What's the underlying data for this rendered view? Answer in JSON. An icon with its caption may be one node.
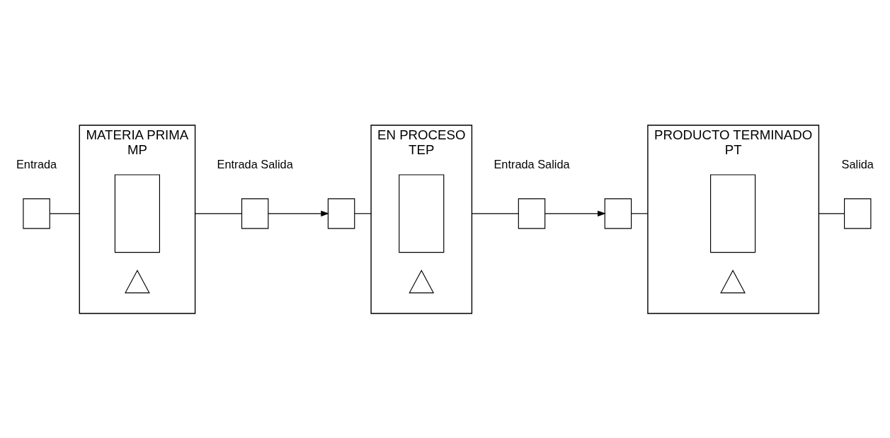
{
  "diagram": {
    "nodes": [
      {
        "text": [
          "MATERIA PRIMA",
          "MP"
        ]
      },
      {
        "text": [],
        "shape": "box",
        "in": 0
      },
      {
        "text": [],
        "shape": "triangle",
        "in": 0
      },
      {
        "text": [
          "EN PROCESO",
          "TEP"
        ]
      },
      {
        "text": [],
        "shape": "box",
        "in": 3
      },
      {
        "text": [],
        "shape": "triangle",
        "in": 3
      },
      {
        "text": [
          "PRODUCTO TERMINADO",
          "PT"
        ]
      },
      {
        "text": [],
        "shape": "box",
        "in": 6
      },
      {
        "text": [],
        "shape": "triangle",
        "in": 6
      },
      {
        "text": [],
        "shape": "box"
      },
      {
        "text": [],
        "shape": "box"
      },
      {
        "text": [],
        "shape": "box"
      },
      {
        "text": [],
        "shape": "box"
      },
      {
        "text": [],
        "shape": "box"
      },
      {
        "text": [],
        "shape": "box"
      }
    ],
    "edges": [
      {
        "from": 9,
        "to": 0,
        "arrow": "none"
      },
      {
        "from": 0,
        "to": 10,
        "arrow": "none"
      },
      {
        "from": 10,
        "to": 11,
        "arrow": "to"
      },
      {
        "from": 11,
        "to": 3,
        "arrow": "none"
      },
      {
        "from": 3,
        "to": 12,
        "arrow": "none"
      },
      {
        "from": 12,
        "to": 13,
        "arrow": "to"
      },
      {
        "from": 13,
        "to": 6,
        "arrow": "none"
      },
      {
        "from": 6,
        "to": 14,
        "arrow": "none"
      }
    ],
    "labels": [
      "Entrada",
      "Entrada Salida",
      "Entrada Salida",
      "Salida"
    ]
  }
}
